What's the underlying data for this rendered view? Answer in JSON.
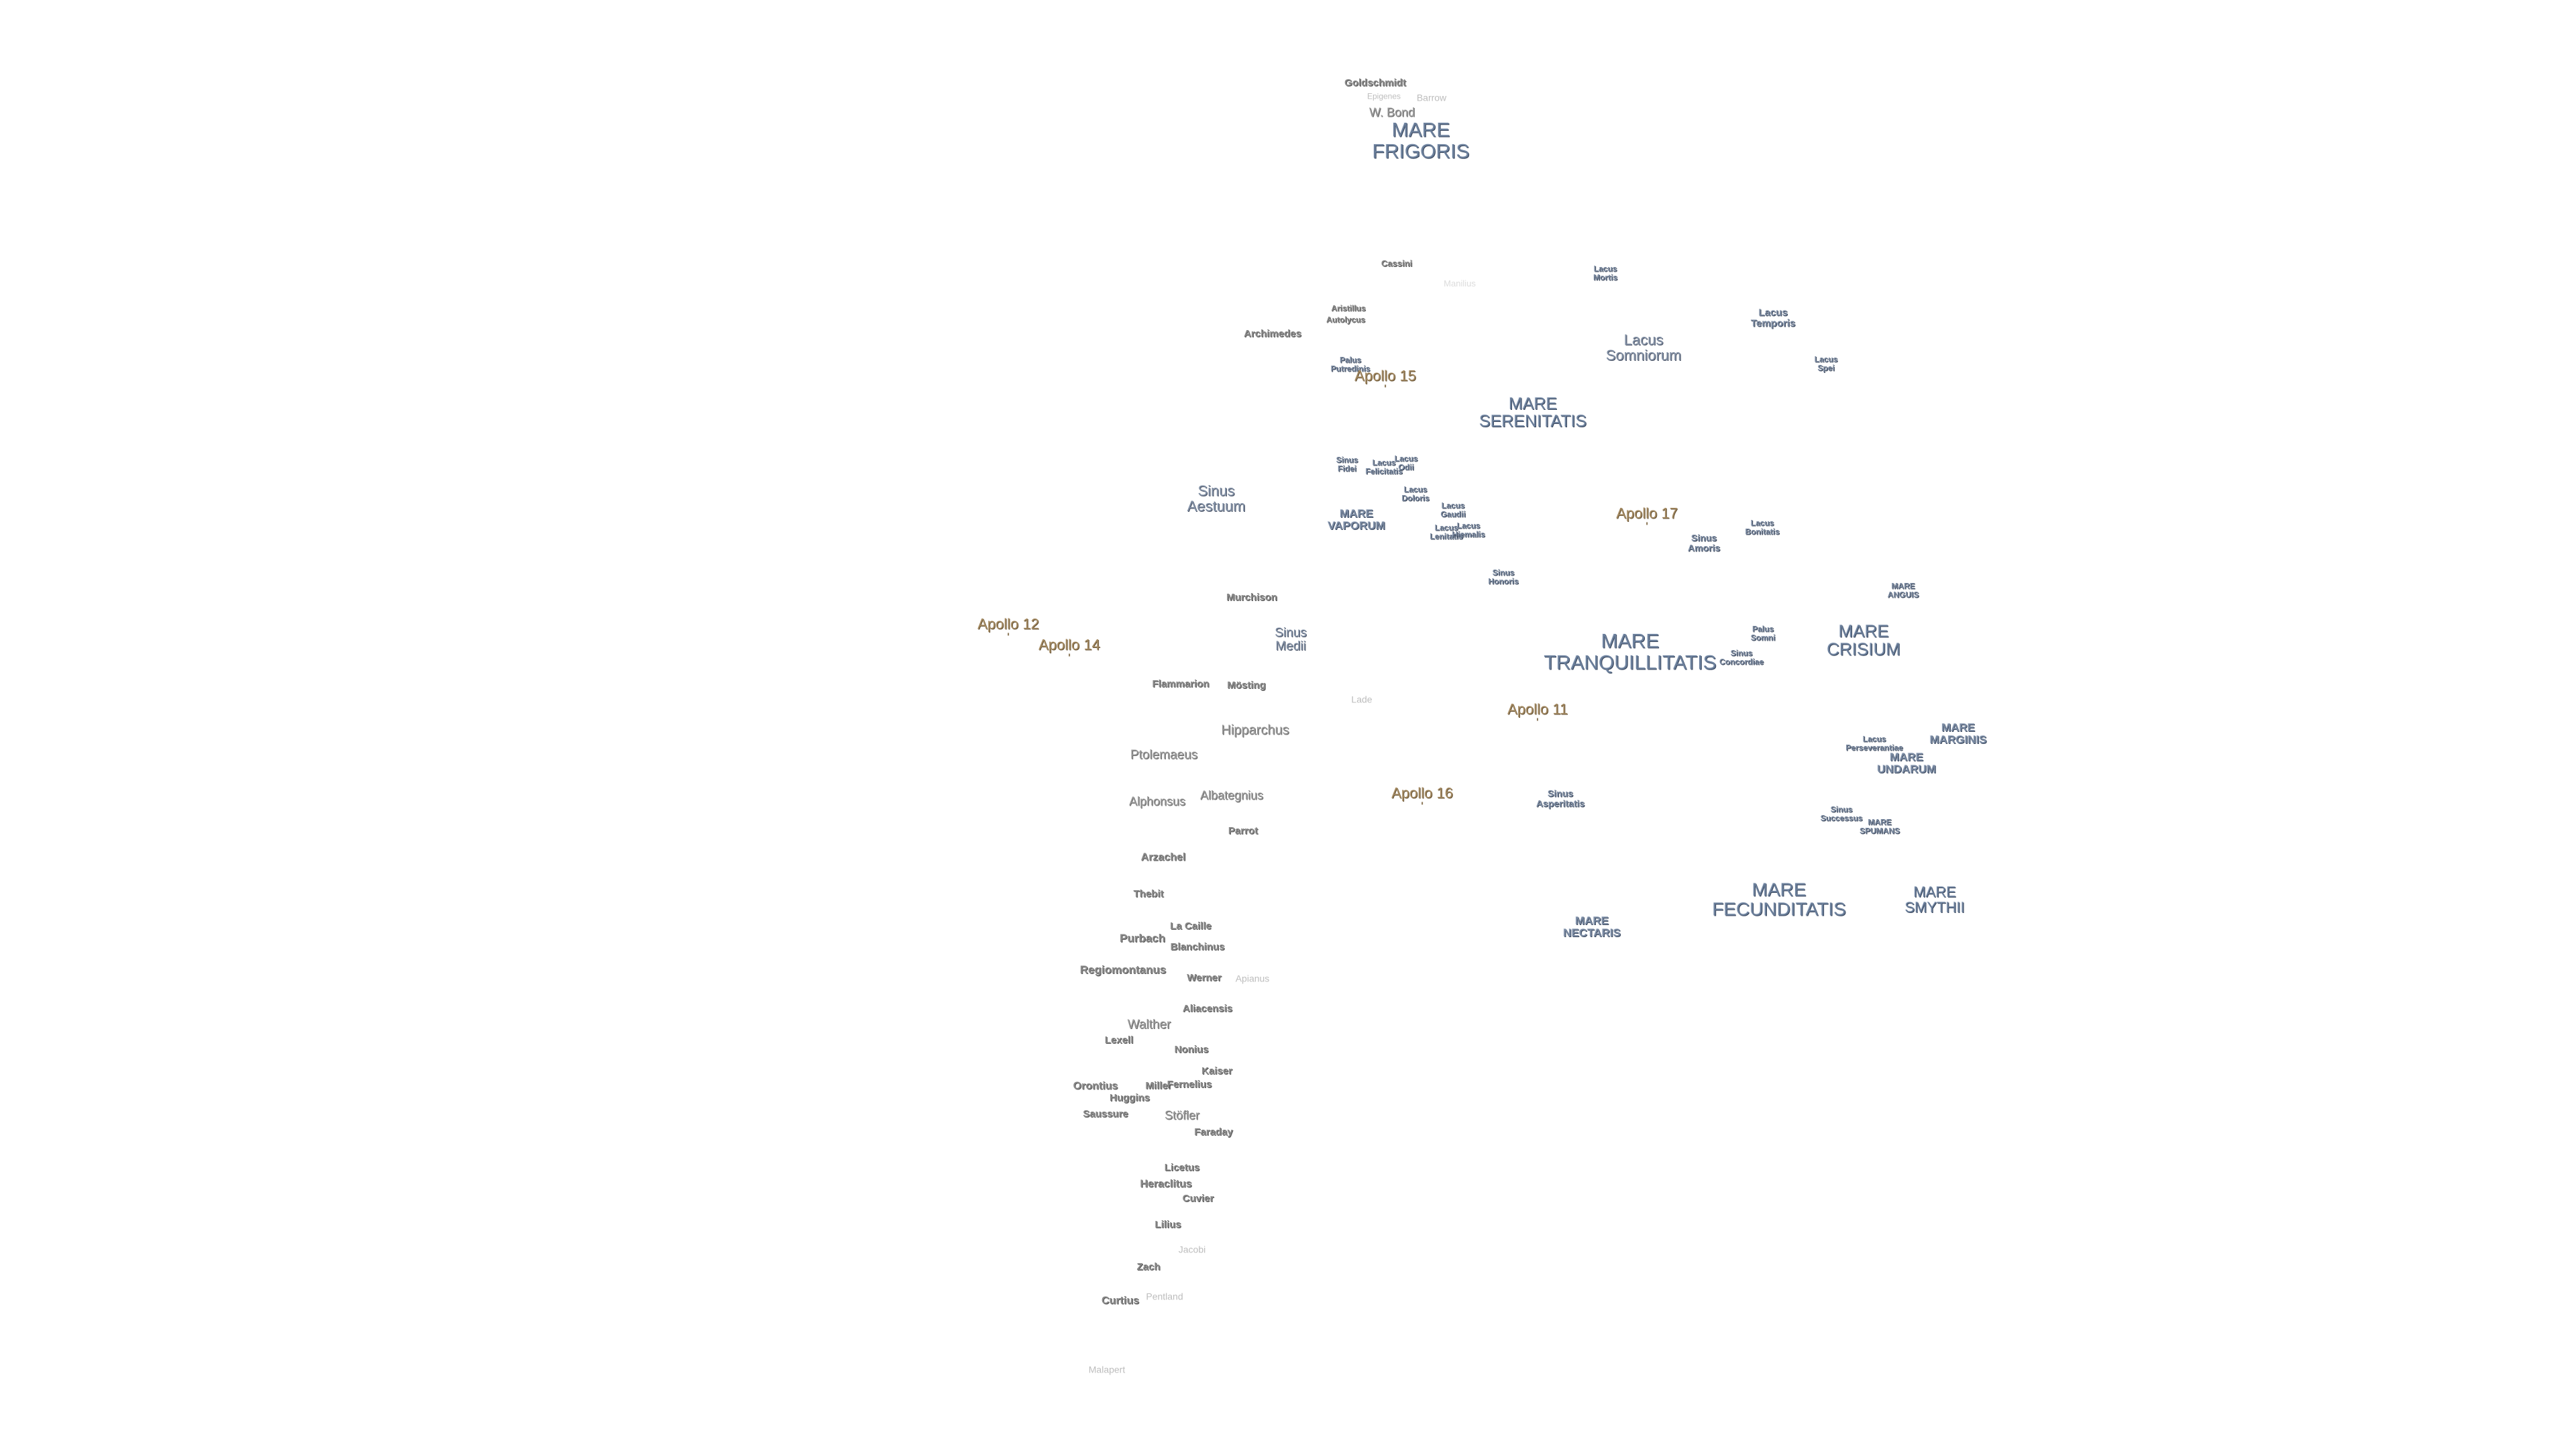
{
  "map": {
    "maria": [
      {
        "id": "mare-frigoris",
        "name": "MARE\nFRIGORIS"
      },
      {
        "id": "mare-serenitatis",
        "name": "MARE\nSERENITATIS"
      },
      {
        "id": "mare-tranquillitatis",
        "name": "MARE\nTRANQUILLITATIS"
      },
      {
        "id": "mare-crisium",
        "name": "MARE\nCRISIUM"
      },
      {
        "id": "mare-fecunditatis",
        "name": "MARE\nFECUNDITATIS"
      },
      {
        "id": "mare-smythii",
        "name": "MARE\nSMYTHII"
      },
      {
        "id": "mare-vaporum",
        "name": "MARE\nVAPORUM"
      },
      {
        "id": "mare-nectaris",
        "name": "MARE\nNECTARIS"
      },
      {
        "id": "mare-marginis",
        "name": "MARE\nMARGINIS"
      },
      {
        "id": "mare-undarum",
        "name": "MARE\nUNDARUM"
      },
      {
        "id": "mare-anguis",
        "name": "MARE\nANGUIS"
      },
      {
        "id": "mare-spumans",
        "name": "MARE\nSPUMANS"
      }
    ],
    "lakes_bays": [
      {
        "id": "lacus-somniorum",
        "name": "Lacus\nSomniorum"
      },
      {
        "id": "sinus-aestuum",
        "name": "Sinus\nAestuum"
      },
      {
        "id": "sinus-medii",
        "name": "Sinus\nMedii"
      },
      {
        "id": "lacus-mortis",
        "name": "Lacus\nMortis"
      },
      {
        "id": "lacus-temporis",
        "name": "Lacus\nTemporis"
      },
      {
        "id": "lacus-spei",
        "name": "Lacus\nSpei"
      },
      {
        "id": "palus-putredinis",
        "name": "Palus\nPutredinis"
      },
      {
        "id": "sinus-fidei",
        "name": "Sinus\nFidei"
      },
      {
        "id": "lacus-felicitatis",
        "name": "Lacus\nFelicitatis"
      },
      {
        "id": "lacus-odii",
        "name": "Lacus\nOdii"
      },
      {
        "id": "lacus-doloris",
        "name": "Lacus\nDoloris"
      },
      {
        "id": "lacus-gaudii",
        "name": "Lacus\nGaudii"
      },
      {
        "id": "lacus-lenitatis",
        "name": "Lacus\nLenitatis"
      },
      {
        "id": "lacus-hiemalis",
        "name": "Lacus\nHiemalis"
      },
      {
        "id": "sinus-honoris",
        "name": "Sinus\nHonoris"
      },
      {
        "id": "sinus-amoris",
        "name": "Sinus\nAmoris"
      },
      {
        "id": "lacus-bonitatis",
        "name": "Lacus\nBonitatis"
      },
      {
        "id": "palus-somni",
        "name": "Palus\nSomni"
      },
      {
        "id": "sinus-concordiae",
        "name": "Sinus\nConcordiae"
      },
      {
        "id": "sinus-asperitatis",
        "name": "Sinus\nAsperitatis"
      },
      {
        "id": "lacus-perseverantiae",
        "name": "Lacus\nPerseverantiae"
      },
      {
        "id": "sinus-successus",
        "name": "Sinus\nSuccessus"
      }
    ],
    "apollo_sites": [
      {
        "id": "apollo-15",
        "name": "Apollo 15"
      },
      {
        "id": "apollo-17",
        "name": "Apollo 17"
      },
      {
        "id": "apollo-12",
        "name": "Apollo 12"
      },
      {
        "id": "apollo-14",
        "name": "Apollo 14"
      },
      {
        "id": "apollo-11",
        "name": "Apollo 11"
      },
      {
        "id": "apollo-16",
        "name": "Apollo 16"
      }
    ],
    "craters": [
      {
        "id": "goldschmidt",
        "name": "Goldschmidt"
      },
      {
        "id": "epigenes",
        "name": "Epigenes"
      },
      {
        "id": "barrow",
        "name": "Barrow"
      },
      {
        "id": "w-bond",
        "name": "W. Bond"
      },
      {
        "id": "cassini",
        "name": "Cassini"
      },
      {
        "id": "aristillus",
        "name": "Aristillus"
      },
      {
        "id": "autolycus",
        "name": "Autolycus"
      },
      {
        "id": "archimedes",
        "name": "Archimedes"
      },
      {
        "id": "manilius",
        "name": "Manilius"
      },
      {
        "id": "murchison",
        "name": "Murchison"
      },
      {
        "id": "flammarion",
        "name": "Flammarion"
      },
      {
        "id": "mosting",
        "name": "Mösting"
      },
      {
        "id": "lade",
        "name": "Lade"
      },
      {
        "id": "hipparchus",
        "name": "Hipparchus"
      },
      {
        "id": "ptolemaeus",
        "name": "Ptolemaeus"
      },
      {
        "id": "alphonsus",
        "name": "Alphonsus"
      },
      {
        "id": "albategnius",
        "name": "Albategnius"
      },
      {
        "id": "parrot",
        "name": "Parrot"
      },
      {
        "id": "arzachel",
        "name": "Arzachel"
      },
      {
        "id": "thebit",
        "name": "Thebit"
      },
      {
        "id": "la-caille",
        "name": "La Caille"
      },
      {
        "id": "purbach",
        "name": "Purbach"
      },
      {
        "id": "blanchinus",
        "name": "Blanchinus"
      },
      {
        "id": "regiomontanus",
        "name": "Regiomontanus"
      },
      {
        "id": "werner",
        "name": "Werner"
      },
      {
        "id": "apianus",
        "name": "Apianus"
      },
      {
        "id": "aliacensis",
        "name": "Aliacensis"
      },
      {
        "id": "walther",
        "name": "Walther"
      },
      {
        "id": "lexell",
        "name": "Lexell"
      },
      {
        "id": "nonius",
        "name": "Nonius"
      },
      {
        "id": "kaiser",
        "name": "Kaiser"
      },
      {
        "id": "orontius",
        "name": "Orontius"
      },
      {
        "id": "miller",
        "name": "Miller"
      },
      {
        "id": "fernelius",
        "name": "Fernelius"
      },
      {
        "id": "huggins",
        "name": "Huggins"
      },
      {
        "id": "saussure",
        "name": "Saussure"
      },
      {
        "id": "stoefler",
        "name": "Stöfler"
      },
      {
        "id": "faraday",
        "name": "Faraday"
      },
      {
        "id": "licetus",
        "name": "Licetus"
      },
      {
        "id": "heraclitus",
        "name": "Heraclitus"
      },
      {
        "id": "cuvier",
        "name": "Cuvier"
      },
      {
        "id": "lilius",
        "name": "Lilius"
      },
      {
        "id": "jacobi",
        "name": "Jacobi"
      },
      {
        "id": "zach",
        "name": "Zach"
      },
      {
        "id": "curtius",
        "name": "Curtius"
      },
      {
        "id": "pentland",
        "name": "Pentland"
      },
      {
        "id": "malapert",
        "name": "Malapert"
      }
    ]
  }
}
